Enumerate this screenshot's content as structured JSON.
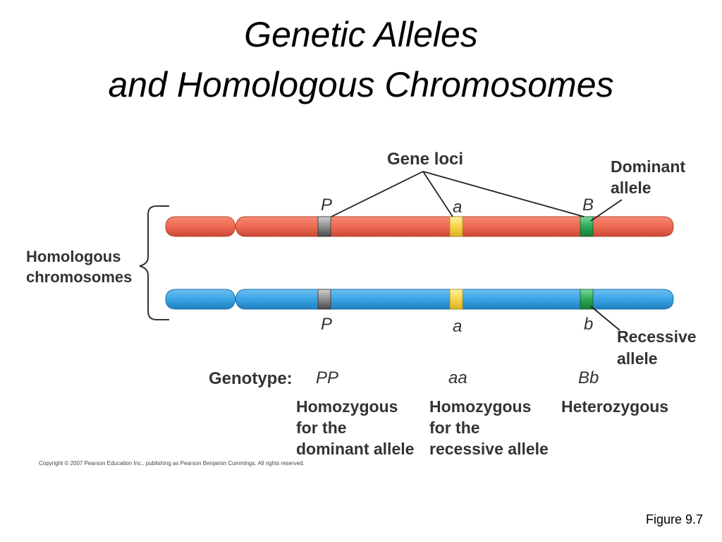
{
  "slide": {
    "title_line1": "Genetic Alleles",
    "title_line2": "and Homologous Chromosomes",
    "figure_label": "Figure 9.7",
    "copyright": "Copyright © 2007 Pearson Education Inc., publishing as Pearson Benjamin Cummings. All rights reserved."
  },
  "diagram": {
    "gene_loci_label": "Gene loci",
    "dominant_label_1": "Dominant",
    "dominant_label_2": "allele",
    "recessive_label_1": "Recessive",
    "recessive_label_2": "allele",
    "homologous_label_1": "Homologous",
    "homologous_label_2": "chromosomes",
    "top_alleles": [
      "P",
      "a",
      "B"
    ],
    "bottom_alleles": [
      "P",
      "a",
      "b"
    ],
    "colors": {
      "top_chromosome": "#ee6a52",
      "bottom_chromosome": "#3aa5e6",
      "locus_P": "#8f8f8f",
      "locus_a": "#f7d44a",
      "locus_B": "#2bab54"
    }
  },
  "genotype": {
    "label": "Genotype:",
    "columns": [
      {
        "genotype": "PP",
        "line1": "Homozygous",
        "line2": "for the",
        "line3": "dominant allele"
      },
      {
        "genotype": "aa",
        "line1": "Homozygous",
        "line2": "for the",
        "line3": "recessive allele"
      },
      {
        "genotype": "Bb",
        "line1": "Heterozygous",
        "line2": "",
        "line3": ""
      }
    ]
  }
}
